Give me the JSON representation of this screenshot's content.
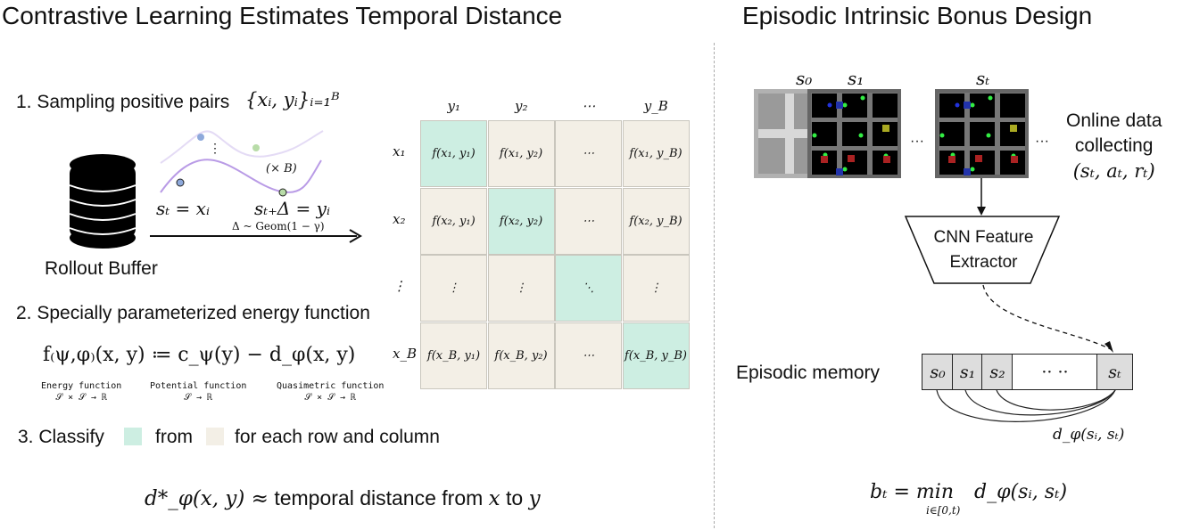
{
  "left": {
    "title": "Contrastive Learning Estimates Temporal Distance",
    "step1": "1. Sampling positive pairs",
    "step1_math": "{xᵢ, yᵢ}ᵢ₌₁ᴮ",
    "dots": "⋮",
    "times_b": "(× B)",
    "st_eq": "sₜ = xᵢ",
    "std_eq": "sₜ₊Δ = yᵢ",
    "geom": "Δ ~ Geom(1 − γ)",
    "buffer_label": "Rollout Buffer",
    "step2": "2. Specially parameterized energy function",
    "energy_eq": "f₍ψ,φ₎(x, y) ≔ c_ψ(y) − d_φ(x, y)",
    "annotations": [
      {
        "name": "Energy function",
        "domain": "𝒮 × 𝒮 → ℝ"
      },
      {
        "name": "Potential function",
        "domain": "𝒮 → ℝ"
      },
      {
        "name": "Quasimetric function",
        "domain": "𝒮 × 𝒮 → ℝ"
      }
    ],
    "step3_a": "3. Classify",
    "step3_b": "from",
    "step3_c": "for each row and column",
    "conclusion_math": "d*_φ(x, y) ≈",
    "conclusion_text": "temporal distance from",
    "conclusion_x": "x",
    "conclusion_to": "to",
    "conclusion_y": "y",
    "colors": {
      "positive": "#cdeee2",
      "negative": "#f3efe6"
    }
  },
  "matrix": {
    "col_headers": [
      "y₁",
      "y₂",
      "⋯",
      "y_B"
    ],
    "row_headers": [
      "x₁",
      "x₂",
      "⋮",
      "x_B"
    ],
    "cells": [
      [
        "f(x₁, y₁)",
        "f(x₁, y₂)",
        "⋯",
        "f(x₁, y_B)"
      ],
      [
        "f(x₂, y₁)",
        "f(x₂, y₂)",
        "⋯",
        "f(x₂, y_B)"
      ],
      [
        "⋮",
        "⋮",
        "⋱",
        "⋮"
      ],
      [
        "f(x_B, y₁)",
        "f(x_B, y₂)",
        "⋯",
        "f(x_B, y_B)"
      ]
    ]
  },
  "right": {
    "title": "Episodic Intrinsic Bonus Design",
    "frame_labels": [
      "s₀",
      "s₁",
      "sₜ"
    ],
    "ellipsis": "···",
    "online_1": "Online data",
    "online_2": "collecting",
    "online_math": "(sₜ, aₜ, rₜ)",
    "cnn_1": "CNN Feature",
    "cnn_2": "Extractor",
    "memory_label": "Episodic memory",
    "memory_cells": [
      "s₀",
      "s₁",
      "s₂",
      "·· ··",
      "sₜ"
    ],
    "distance": "d_φ(sᵢ, sₜ)",
    "bonus_lhs": "bₜ = min",
    "bonus_sub": "i∈[0,t)",
    "bonus_rhs": "d_φ(sᵢ, sₜ)"
  }
}
